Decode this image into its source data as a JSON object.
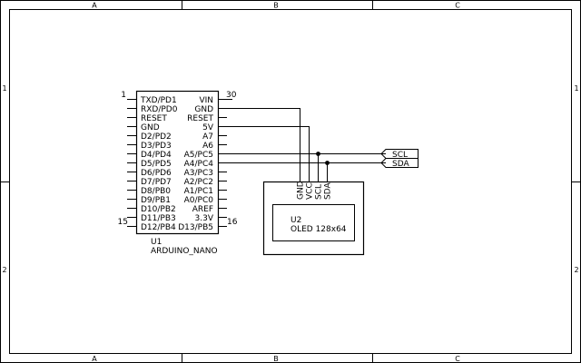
{
  "frame": {
    "cols": [
      "A",
      "B",
      "C"
    ],
    "rows": [
      "1",
      "2"
    ]
  },
  "u1": {
    "ref": "U1",
    "value": "ARDUINO_NANO",
    "pin_first": "1",
    "pin_30": "30",
    "pin_15": "15",
    "pin_16": "16",
    "left_pins": [
      "TXD/PD1",
      "RXD/PD0",
      "RESET",
      "GND",
      "D2/PD2",
      "D3/PD3",
      "D4/PD4",
      "D5/PD5",
      "D6/PD6",
      "D7/PD7",
      "D8/PB0",
      "D9/PB1",
      "D10/PB2",
      "D11/PB3",
      "D12/PB4"
    ],
    "right_pins": [
      "VIN",
      "GND",
      "RESET",
      "5V",
      "A7",
      "A6",
      "A5/PC5",
      "A4/PC4",
      "A3/PC3",
      "A2/PC2",
      "A1/PC1",
      "A0/PC0",
      "AREF",
      "3.3V",
      "D13/PB5"
    ]
  },
  "u2": {
    "ref": "U2",
    "value": "OLED 128x64",
    "pins": [
      "GND",
      "VCC",
      "SCL",
      "SDA"
    ]
  },
  "labels": {
    "scl": "SCL",
    "sda": "SDA"
  }
}
